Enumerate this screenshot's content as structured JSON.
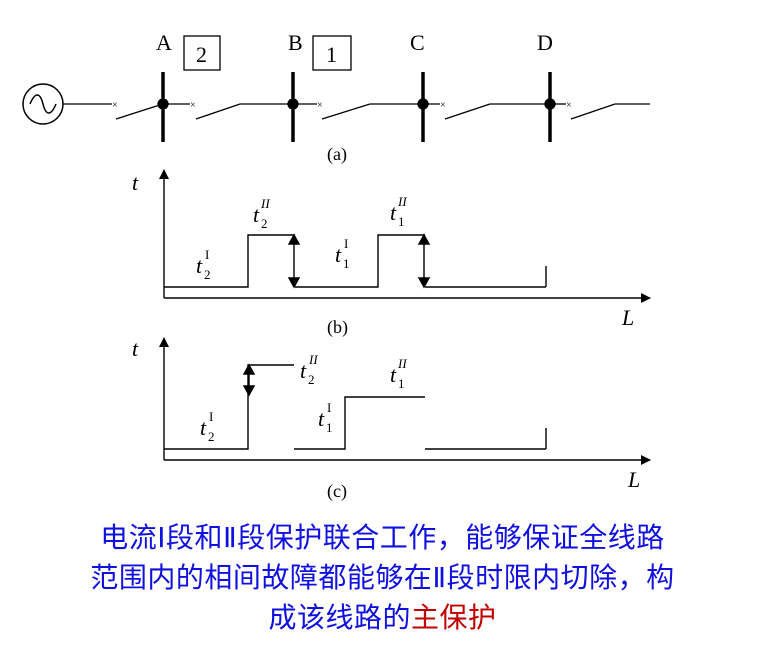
{
  "part_a": {
    "bus_labels": [
      "A",
      "B",
      "C",
      "D"
    ],
    "protection_boxes": [
      "2",
      "1"
    ],
    "caption": "(a)"
  },
  "part_b": {
    "y_axis": "t",
    "x_axis": "L",
    "labels": {
      "t2_I": "t",
      "t2_I_sub": "2",
      "t2_I_sup": "I",
      "t2_II": "t",
      "t2_II_sub": "2",
      "t2_II_sup": "II",
      "t1_I": "t",
      "t1_I_sub": "1",
      "t1_I_sup": "I",
      "t1_II": "t",
      "t1_II_sub": "1",
      "t1_II_sup": "II"
    },
    "caption": "(b)"
  },
  "part_c": {
    "y_axis": "t",
    "x_axis": "L",
    "labels": {
      "t2_I": "t",
      "t2_I_sub": "2",
      "t2_I_sup": "I",
      "t2_II": "t",
      "t2_II_sub": "2",
      "t2_II_sup": "II",
      "t1_I": "t",
      "t1_I_sub": "1",
      "t1_I_sup": "I",
      "t1_II": "t",
      "t1_II_sub": "1",
      "t1_II_sup": "II"
    },
    "caption": "(c)"
  },
  "text": {
    "line1": "电流Ⅰ段和Ⅱ段保护联合工作，能够保证全线路",
    "line2": "范围内的相间故障都能够在Ⅱ段时限内切除，构",
    "line3_pre": "成该线路的",
    "line3_highlight": "主保护"
  },
  "colors": {
    "text": "#1010e0",
    "highlight": "#c00000"
  }
}
